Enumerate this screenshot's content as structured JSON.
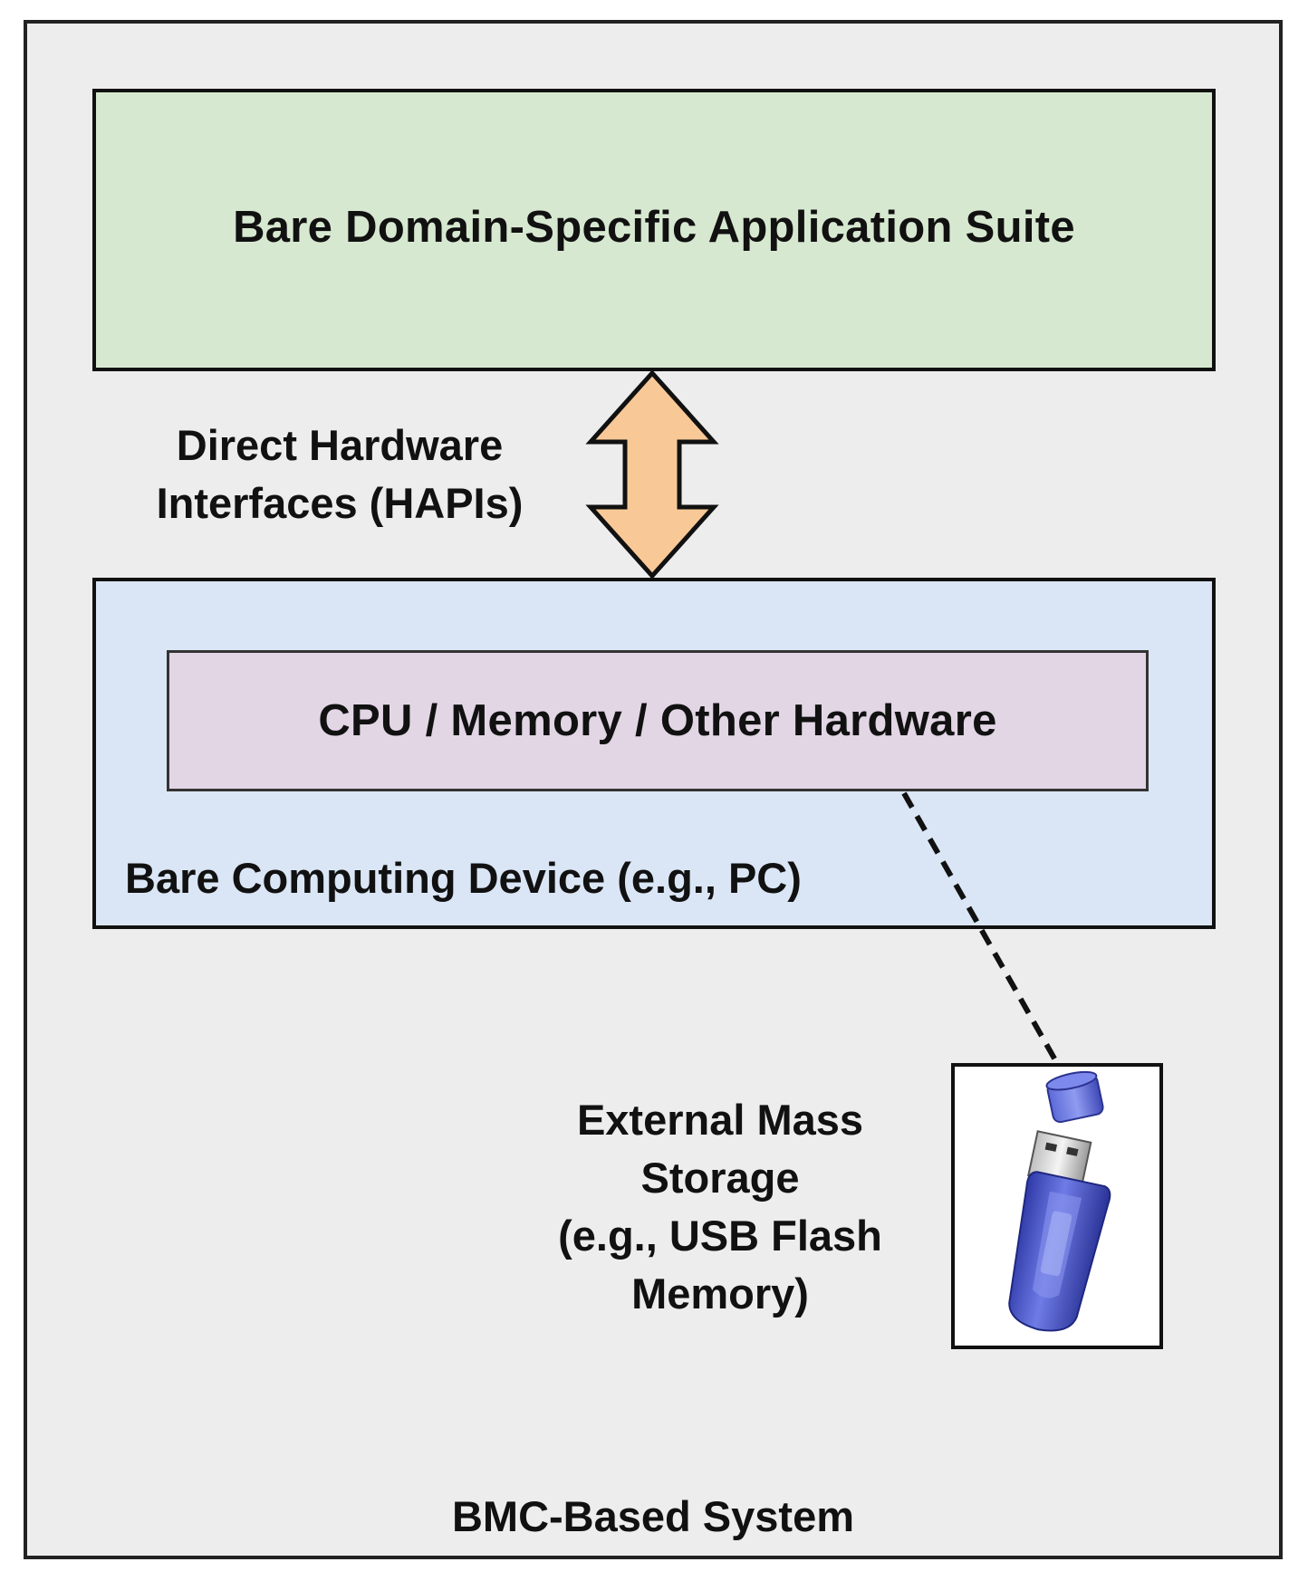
{
  "colors": {
    "system_background": "#ededed",
    "app_suite_fill": "#d7e8d0",
    "computing_device_fill": "#dae6f5",
    "hardware_fill": "#e2d6e5",
    "arrow_fill": "#f8c997",
    "usb_body": "#4a55c8",
    "outline": "#111111"
  },
  "app_suite": {
    "label": "Bare Domain-Specific Application Suite"
  },
  "interfaces": {
    "line1": "Direct Hardware",
    "line2": "Interfaces (HAPIs)",
    "arrow_icon": "double-headed-vertical-arrow"
  },
  "computing_device": {
    "hardware_label": "CPU / Memory / Other Hardware",
    "device_label": "Bare Computing Device (e.g., PC)"
  },
  "external_storage": {
    "line1": "External Mass",
    "line2": "Storage",
    "line3": "(e.g., USB Flash",
    "line4": "Memory)",
    "icon": "usb-flash-drive-icon"
  },
  "system": {
    "label": "BMC-Based System"
  }
}
